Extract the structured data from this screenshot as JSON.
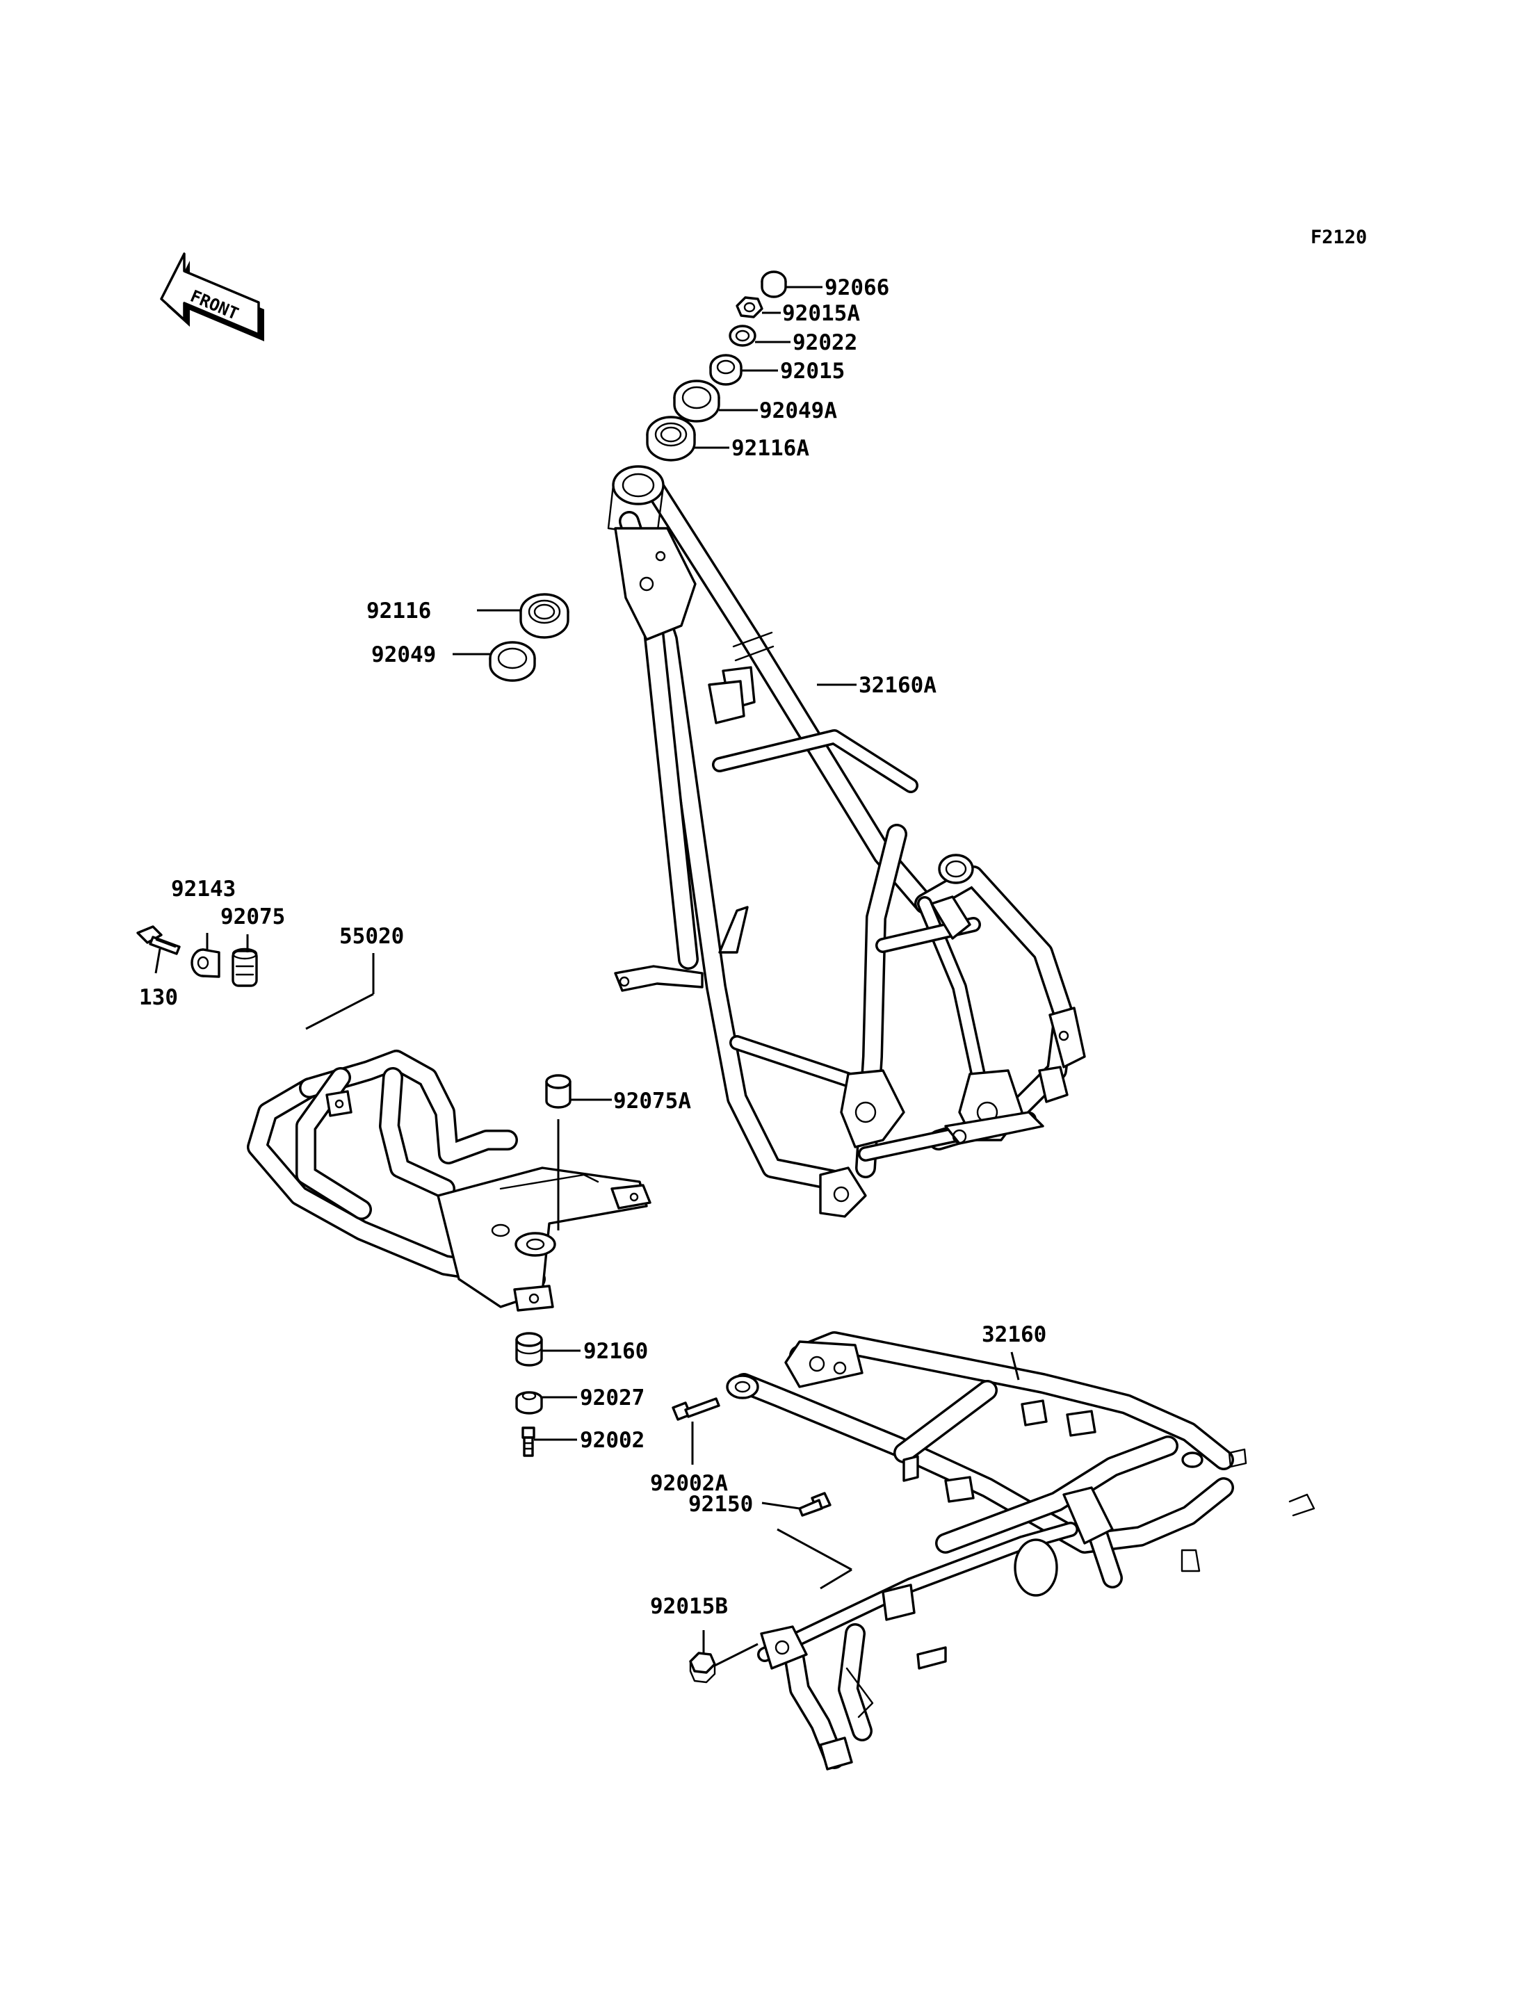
{
  "diagram_code": "F2120",
  "front_arrow_label": "FRONT",
  "parts": {
    "p92066": "92066",
    "p92015A": "92015A",
    "p92022": "92022",
    "p92015": "92015",
    "p92049A": "92049A",
    "p92116A": "92116A",
    "p92116": "92116",
    "p92049": "92049",
    "p32160A": "32160A",
    "p92143": "92143",
    "p92075": "92075",
    "p55020": "55020",
    "p130": "130",
    "p92075A": "92075A",
    "p92160": "92160",
    "p92027": "92027",
    "p92002": "92002",
    "p32160": "32160",
    "p92002A": "92002A",
    "p92150": "92150",
    "p92015B": "92015B"
  }
}
